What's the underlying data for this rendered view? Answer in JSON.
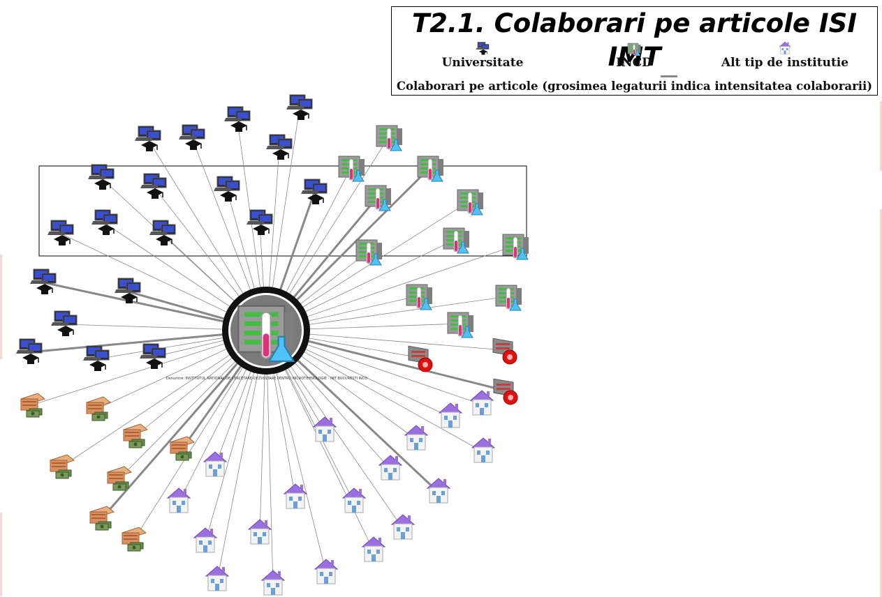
{
  "legend": {
    "title": "T2.1. Colaborari pe articole ISI IMT",
    "types": [
      {
        "label": "Universitate",
        "icon": "university-icon"
      },
      {
        "label": "INCD",
        "icon": "incd-icon"
      },
      {
        "label": "Alt tip de institutie",
        "icon": "other-institution-icon"
      }
    ],
    "links_label": "Colaborari pe articole (grosimea legaturii indica intensitatea colaborarii)"
  },
  "center_node": {
    "caption": "Denumire: INSTITUTUL NATIONAL DE CERCETARE-DEZVOLTARE PENTRU MICROTEHNOLOGIE - IMT BUCURESTI INCD",
    "icon": "incd-icon"
  },
  "colors": {
    "link": "#888888",
    "house_roof": "#9b6fe0",
    "incd_green": "#3fbf3f",
    "center_ring": "#111111"
  }
}
